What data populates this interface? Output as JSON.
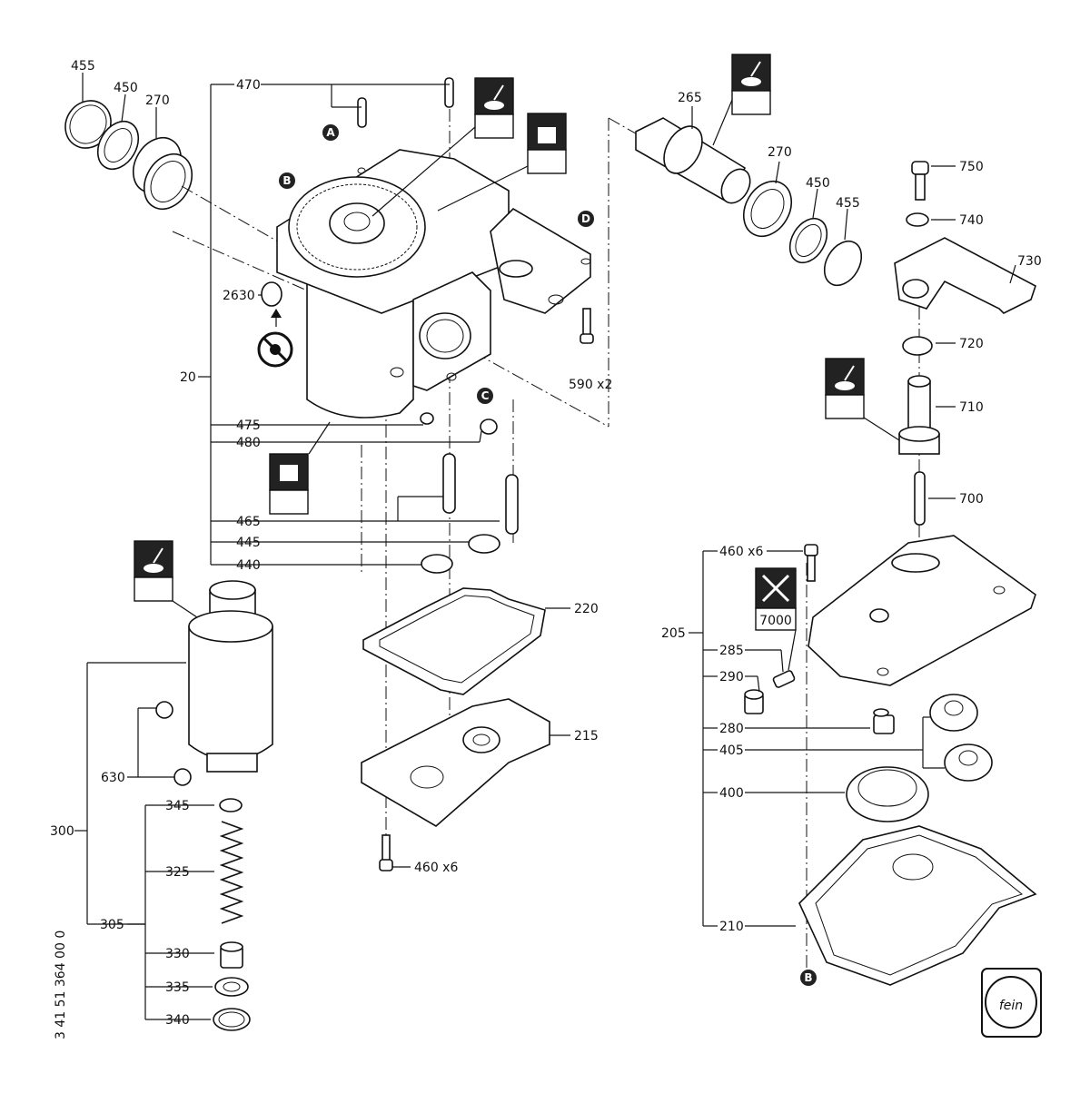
{
  "document_number": "3 41 51 364 00 0",
  "brand_logo_text": "fein",
  "part_labels": {
    "p455a": "455",
    "p450a": "450",
    "p270a": "270",
    "p470": "470",
    "p20": "20",
    "p2630": "2630",
    "p475": "475",
    "p480": "480",
    "p465": "465",
    "p445": "445",
    "p440": "440",
    "p590": "590 x2",
    "p220": "220",
    "p215": "215",
    "p460b": "460 x6",
    "p265": "265",
    "p270b": "270",
    "p450b": "450",
    "p455b": "455",
    "p750": "750",
    "p740": "740",
    "p730": "730",
    "p720": "720",
    "p710": "710",
    "p700": "700",
    "p460a": "460 x6",
    "p205": "205",
    "p285": "285",
    "p290": "290",
    "p280": "280",
    "p405": "405",
    "p400": "400",
    "p210": "210",
    "p300": "300",
    "p630": "630",
    "p345": "345",
    "p325": "325",
    "p305": "305",
    "p330": "330",
    "p335": "335",
    "p340": "340"
  },
  "markers": {
    "A": "A",
    "B": "B",
    "C": "C",
    "D": "D",
    "B2": "B"
  },
  "torque_value": "7000",
  "icons": [
    "grease-icon",
    "grease-jar-icon",
    "torque-wrench-icon",
    "no-disassembly-icon"
  ]
}
